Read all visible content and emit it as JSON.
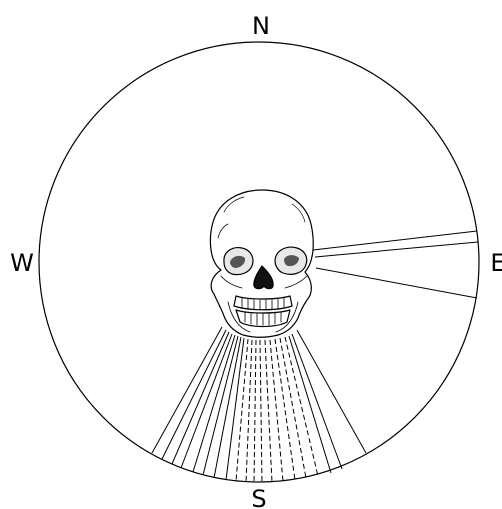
{
  "compass": {
    "north": "N",
    "south": "S",
    "east": "E",
    "west": "W"
  },
  "figure": {
    "subject_icon": "skull-icon",
    "line_color": "#000000",
    "background": "#ffffff"
  }
}
